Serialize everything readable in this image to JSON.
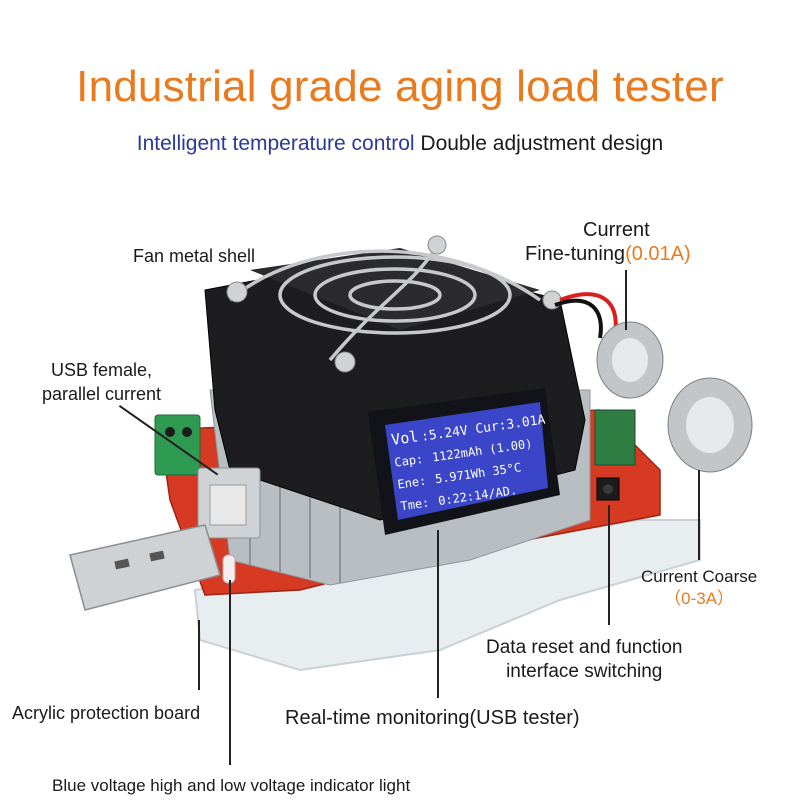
{
  "title": "Industrial grade aging load tester",
  "subtitle": {
    "highlight": "Intelligent temperature control",
    "rest": " Double adjustment design"
  },
  "labels": {
    "fan_shell": "Fan metal shell",
    "current_fine_line1": "Current",
    "current_fine_line2": "Fine-tuning",
    "current_fine_value": "(0.01A)",
    "usb_female_line1": "USB female,",
    "usb_female_line2": "parallel current",
    "current_coarse": "Current Coarse",
    "current_coarse_value": "（0-3A）",
    "data_reset_line1": "Data reset and function",
    "data_reset_line2": "interface switching",
    "acrylic": "Acrylic protection board",
    "realtime": "Real-time monitoring(USB tester)",
    "indicator": "Blue voltage high and low voltage indicator light"
  },
  "lcd": {
    "row1_label": "Vol",
    "row1_value": ":5.24V Cur:3.01A",
    "row2_label": "Cap:",
    "row2_value": "1122mAh (1.00)",
    "row3_label": "Ene:",
    "row3_value": "5.971Wh 35°C",
    "row4_label": "Tme:",
    "row4_value": "0:22:14/AD."
  },
  "colors": {
    "accent": "#e97a1e",
    "subtitle_blue": "#2b3a9a",
    "lcd_background": "#3b45c8",
    "pcb_red": "#d63a22"
  }
}
